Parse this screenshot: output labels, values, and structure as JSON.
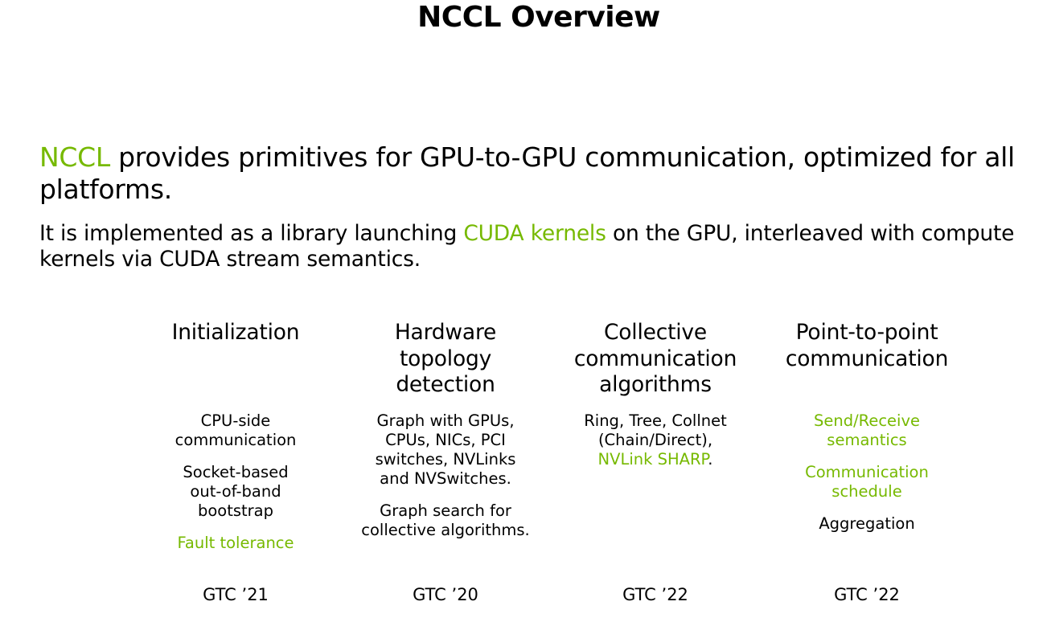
{
  "title": "NCCL Overview",
  "lead": {
    "highlight": "NCCL",
    "rest": " provides primitives for GPU-to-GPU communication, optimized for all platforms."
  },
  "sub": {
    "before": "It is implemented as a library launching ",
    "highlight": "CUDA kernels",
    "after": " on the GPU, interleaved with compute kernels via CUDA stream semantics."
  },
  "columns": [
    {
      "title_lines": [
        "Initialization"
      ],
      "items": [
        {
          "lines": [
            "CPU-side",
            "communication"
          ],
          "green": false
        },
        {
          "lines": [
            "Socket-based",
            "out-of-band",
            "bootstrap"
          ],
          "green": false
        },
        {
          "lines": [
            "Fault tolerance"
          ],
          "green": true
        }
      ],
      "gtc": "GTC ’21"
    },
    {
      "title_lines": [
        "Hardware",
        "topology",
        "detection"
      ],
      "items": [
        {
          "lines": [
            "Graph with GPUs,",
            "CPUs, NICs, PCI",
            "switches, NVLinks",
            "and NVSwitches."
          ],
          "green": false
        },
        {
          "lines": [
            "Graph search for",
            "collective algorithms."
          ],
          "green": false
        }
      ],
      "gtc": "GTC ’20"
    },
    {
      "title_lines": [
        "Collective",
        "communication",
        "algorithms"
      ],
      "items": [
        {
          "lines": [
            "Ring, Tree, Collnet",
            "(Chain/Direct),"
          ],
          "green": false,
          "tail_green": "NVLink SHARP",
          "tail_black": "."
        }
      ],
      "gtc": "GTC ’22"
    },
    {
      "title_lines": [
        "Point-to-point",
        "communication"
      ],
      "items": [
        {
          "lines": [
            "Send/Receive",
            "semantics"
          ],
          "green": true
        },
        {
          "lines": [
            "Communication",
            "schedule"
          ],
          "green": true
        },
        {
          "lines": [
            "Aggregation"
          ],
          "green": false
        }
      ],
      "gtc": "GTC ’22"
    }
  ],
  "colors": {
    "accent": "#76b900",
    "text": "#000000",
    "background": "#ffffff"
  }
}
